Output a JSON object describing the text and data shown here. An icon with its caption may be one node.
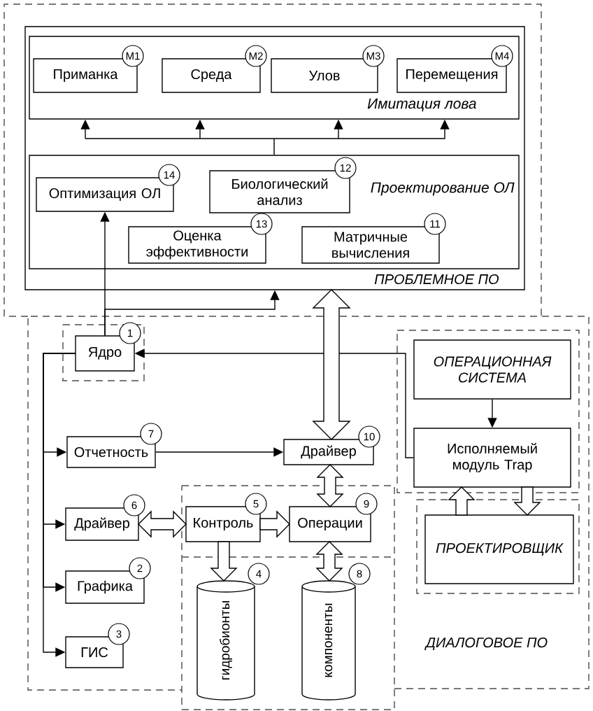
{
  "diagram": {
    "nodes": [
      {
        "text": [
          "ПРОБЛЕМНОЕ ПО"
        ]
      },
      {
        "text": [
          "Имитация лова"
        ],
        "in": 0
      },
      {
        "text": [
          "Приманка"
        ],
        "in": 1,
        "beside": [
          "М1"
        ]
      },
      {
        "text": [
          "Среда"
        ],
        "in": 1,
        "beside": [
          "М2"
        ]
      },
      {
        "text": [
          "Улов"
        ],
        "in": 1,
        "beside": [
          "М3"
        ]
      },
      {
        "text": [
          "Перемещения"
        ],
        "in": 1,
        "beside": [
          "М4"
        ]
      },
      {
        "text": [
          "Проектирование ОЛ"
        ],
        "in": 0
      },
      {
        "text": [
          "Оптимизация ОЛ"
        ],
        "in": 6,
        "beside": [
          "14"
        ]
      },
      {
        "text": [
          "Биологический анализ"
        ],
        "in": 6,
        "beside": [
          "12"
        ]
      },
      {
        "text": [
          "Оценка эффективности"
        ],
        "in": 6,
        "beside": [
          "13"
        ]
      },
      {
        "text": [
          "Матричные вычисления"
        ],
        "in": 6,
        "beside": [
          "11"
        ]
      },
      {
        "text": [
          "ДИАЛОГОВОЕ ПО"
        ]
      },
      {
        "text": [
          "Ядро"
        ],
        "in": 11,
        "beside": [
          "1"
        ]
      },
      {
        "text": [
          "ОПЕРАЦИОННАЯ СИСТЕМА"
        ],
        "in": 11
      },
      {
        "text": [
          "Отчетность"
        ],
        "in": 11,
        "beside": [
          "7"
        ]
      },
      {
        "text": [
          "Драйвер"
        ],
        "in": 11,
        "beside": [
          "10"
        ]
      },
      {
        "text": [
          "Исполняемый модуль Trap"
        ],
        "in": 11
      },
      {
        "text": [
          "Драйвер"
        ],
        "in": 11,
        "beside": [
          "6"
        ]
      },
      {
        "text": [
          "Контроль"
        ],
        "in": 11,
        "beside": [
          "5"
        ]
      },
      {
        "text": [
          "Операции"
        ],
        "in": 11,
        "beside": [
          "9"
        ]
      },
      {
        "text": [
          "ПРОЕКТИРОВЩИК"
        ],
        "in": 11
      },
      {
        "text": [
          "Графика"
        ],
        "in": 11,
        "beside": [
          "2"
        ]
      },
      {
        "text": [
          "гидробионты"
        ],
        "in": 11,
        "beside": [
          "4"
        ]
      },
      {
        "text": [
          "компоненты"
        ],
        "in": 11,
        "beside": [
          "8"
        ]
      },
      {
        "text": [
          "ГИС"
        ],
        "in": 11,
        "beside": [
          "3"
        ]
      }
    ],
    "edges": [
      {
        "from": 6,
        "to": 1,
        "arrow": "to"
      },
      {
        "from": 12,
        "to": 0,
        "arrow": "to"
      },
      {
        "from": 12,
        "to": 7,
        "arrow": "to"
      },
      {
        "from": 16,
        "to": 12,
        "arrow": "to"
      },
      {
        "from": 12,
        "to": 14,
        "arrow": "to"
      },
      {
        "from": 12,
        "to": 17,
        "arrow": "to"
      },
      {
        "from": 12,
        "to": 21,
        "arrow": "to"
      },
      {
        "from": 12,
        "to": 24,
        "arrow": "to"
      },
      {
        "from": 13,
        "to": 16,
        "arrow": "to"
      },
      {
        "from": 14,
        "to": 15,
        "arrow": "to"
      },
      {
        "from": 15,
        "to": 0,
        "arrow": "both",
        "style": "thick"
      },
      {
        "from": 15,
        "to": 19,
        "arrow": "both",
        "style": "thick"
      },
      {
        "from": 17,
        "to": 18,
        "arrow": "both",
        "style": "thick"
      },
      {
        "from": 18,
        "to": 19,
        "arrow": "to",
        "style": "thick"
      },
      {
        "from": 18,
        "to": 22,
        "arrow": "to",
        "style": "thick"
      },
      {
        "from": 19,
        "to": 23,
        "arrow": "both",
        "style": "thick"
      },
      {
        "from": 20,
        "to": 16,
        "arrow": "to",
        "style": "thick"
      },
      {
        "from": 16,
        "to": 20,
        "arrow": "to",
        "style": "thick"
      }
    ]
  }
}
